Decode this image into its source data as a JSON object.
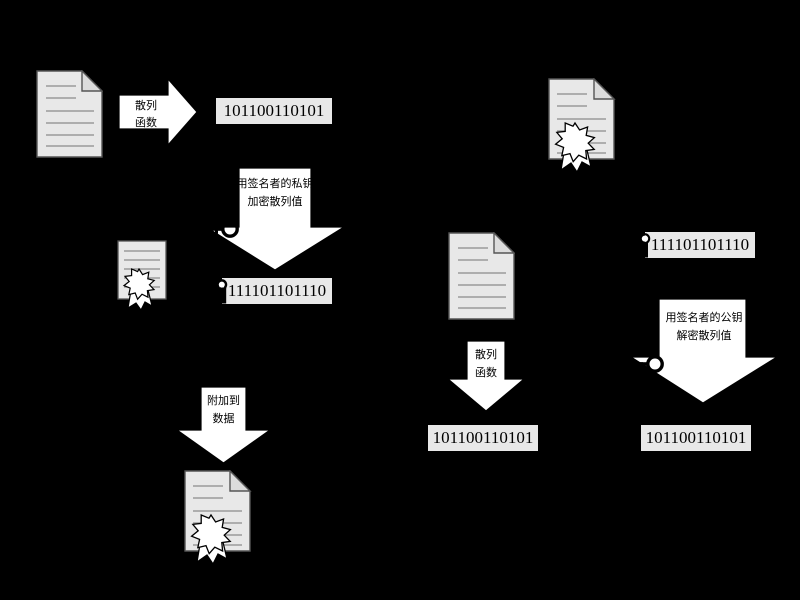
{
  "diagram": {
    "title": "digital-signature-process",
    "background_color": "#000000",
    "doc_fill": "#e8e8e8",
    "doc_stroke": "#555555",
    "box_fill": "#e8e8e8",
    "arrow_fill": "#ffffff",
    "arrow_stroke": "#000000"
  },
  "signing": {
    "source_document": {
      "icon": "document-icon",
      "alt": "plain document"
    },
    "hash_arrow": {
      "line1": "散列",
      "line2": "函数"
    },
    "hash_value": "101100110101",
    "encrypt_arrow": {
      "line1": "用签名者的私钥",
      "line2": "加密散列值",
      "icon": "key-icon"
    },
    "signature_value": "111101101110",
    "signature_lock_icon": "lock-icon",
    "signature_document": {
      "icon": "certificate-icon",
      "alt": "signature certificate"
    },
    "attach_arrow": {
      "line1": "附加到",
      "line2": "数据"
    },
    "signed_document": {
      "icon": "signed-document-icon",
      "alt": "document with signature seal"
    }
  },
  "verification": {
    "signed_document": {
      "icon": "signed-document-icon",
      "alt": "received signed document"
    },
    "data_document": {
      "icon": "document-icon",
      "alt": "extracted data document"
    },
    "hash_arrow": {
      "line1": "散列",
      "line2": "函数"
    },
    "computed_hash": "101100110101",
    "signature_value": "111101101110",
    "signature_lock_icon": "lock-icon",
    "decrypt_arrow": {
      "line1": "用签名者的公钥",
      "line2": "解密散列值",
      "icon": "key-icon"
    },
    "decrypted_hash": "101100110101"
  }
}
